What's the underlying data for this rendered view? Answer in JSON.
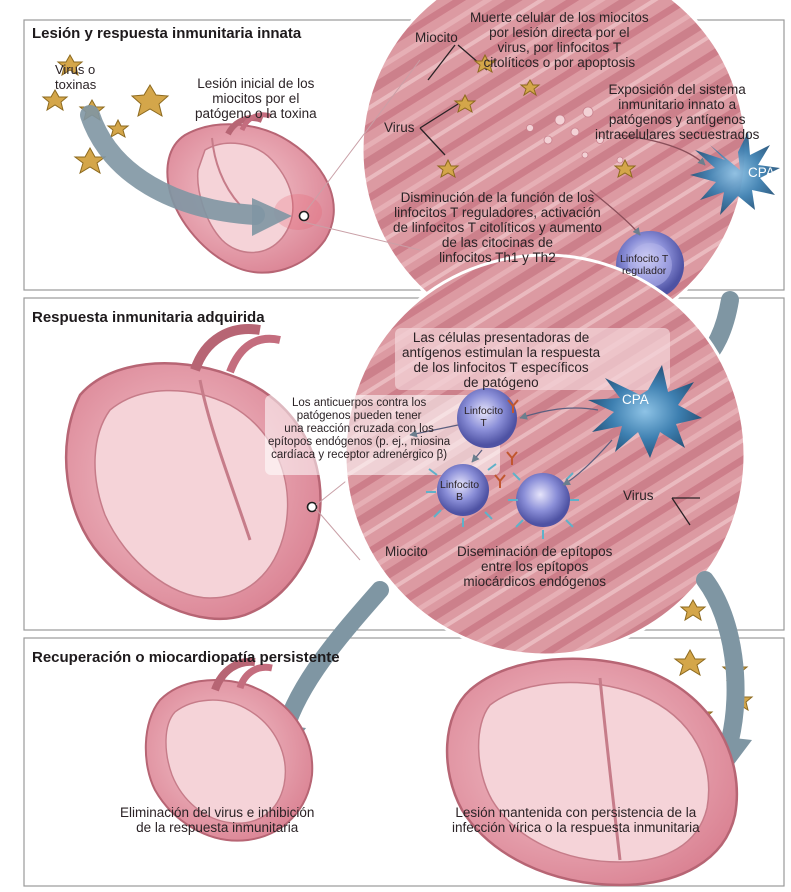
{
  "panels": [
    {
      "title": "Lesión y respuesta inmunitaria innata",
      "labels": {
        "virus_toxins": "Virus o\ntoxinas",
        "initial_injury": "Lesión inicial de los\nmiocitos por el\npatógeno o la toxina",
        "myocyte": "Miocito",
        "virus": "Virus",
        "cell_death": "Muerte celular de los miocitos\npor lesión directa por el\nvirus, por linfocitos T\ncitolíticos o por apoptosis",
        "innate_exposure": "Exposición del sistema\ninmunitario innato a\npatógenos y antígenos\nintracelulares secuestrados",
        "apc": "CPA",
        "treg_reduction": "Disminución de la función de los\nlinfocitos T reguladores, activación\nde linfocitos T citolíticos y aumento\nde las citocinas de\nlinfocitos Th1 y Th2",
        "treg_cell": "Linfocito T\nregulador"
      }
    },
    {
      "title": "Respuesta inmunitaria adquirida",
      "labels": {
        "apc_stimulate": "Las células presentadoras de\nantígenos estimulan la respuesta\nde los linfocitos T específicos\nde patógeno",
        "apc": "CPA",
        "t_cell": "Linfocito\nT",
        "b_cell": "Linfocito\nB",
        "antibodies": "Los anticuerpos contra los\npatógenos pueden tener\nuna reacción cruzada con los\nepítopos endógenos (p. ej., miosina\ncardíaca y receptor adrenérgico β)",
        "virus": "Virus",
        "myocyte": "Miocito",
        "epitope_spread": "Diseminación de epítopos\nentre los epítopos\nmiocárdicos endógenos"
      }
    },
    {
      "title": "Recuperación o miocardiopatía persistente",
      "labels": {
        "elimination": "Eliminación del virus e inhibición\nde la respuesta inmunitaria",
        "sustained_injury": "Lesión mantenida con persistencia de la\ninfección vírica o la respuesta inmunitaria"
      }
    }
  ],
  "colors": {
    "heart_wall": "#e39aa8",
    "heart_inner": "#f3c9cf",
    "tissue": "#d98f98",
    "fiber": "#b8606e",
    "panel_bg": "#ffffff",
    "panel_border": "#8a8a8a",
    "arrow": "#7f96a3",
    "virus": "#d4a64a",
    "apc": "#3d7fb0",
    "lymphocyte": "#5a5fb0"
  }
}
